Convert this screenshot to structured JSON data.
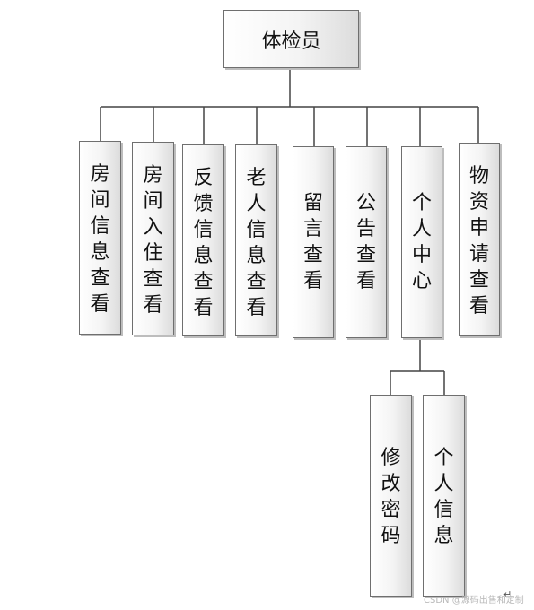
{
  "root": {
    "label": "体检员"
  },
  "children": [
    {
      "label": "房间信息查看"
    },
    {
      "label": "房间入住查看"
    },
    {
      "label": "反馈信息查看"
    },
    {
      "label": "老人信息查看"
    },
    {
      "label": "留言查看"
    },
    {
      "label": "公告查看"
    },
    {
      "label": "个人中心"
    },
    {
      "label": "物资申请查看"
    }
  ],
  "subchildren": [
    {
      "label": "修改密码"
    },
    {
      "label": "个人信息"
    }
  ],
  "watermark": "CSDN @源码出售和定制",
  "return_mark": "↵",
  "colors": {
    "line": "#444444",
    "border": "#6f6f6f",
    "shadow": "#bdbdbd"
  }
}
